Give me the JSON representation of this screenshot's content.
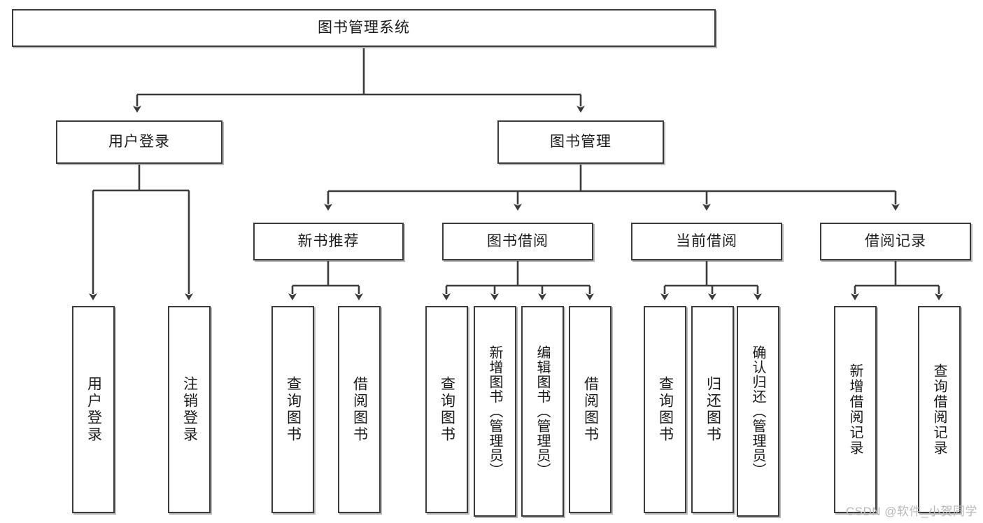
{
  "diagram": {
    "type": "tree",
    "title": "图书管理系统",
    "watermark": "CSDN @软件_小贺同学",
    "nodes": {
      "root": {
        "label": "图书管理系统",
        "level": 1,
        "orientation": "horizontal"
      },
      "user_login": {
        "label": "用户登录",
        "level": 2,
        "orientation": "horizontal"
      },
      "book_manage": {
        "label": "图书管理",
        "level": 2,
        "orientation": "horizontal"
      },
      "new_book_rec": {
        "label": "新书推荐",
        "level": 3,
        "orientation": "horizontal"
      },
      "book_borrow": {
        "label": "图书借阅",
        "level": 3,
        "orientation": "horizontal"
      },
      "current_borrow": {
        "label": "当前借阅",
        "level": 3,
        "orientation": "horizontal"
      },
      "borrow_record": {
        "label": "借阅记录",
        "level": 3,
        "orientation": "horizontal"
      },
      "leaf_user_login": {
        "label": "用户登录",
        "level": 4,
        "orientation": "vertical"
      },
      "leaf_logout": {
        "label": "注销登录",
        "level": 4,
        "orientation": "vertical"
      },
      "leaf_query_book_1": {
        "label": "查询图书",
        "level": 4,
        "orientation": "vertical"
      },
      "leaf_borrow_book_1": {
        "label": "借阅图书",
        "level": 4,
        "orientation": "vertical"
      },
      "leaf_query_book_2": {
        "label": "查询图书",
        "level": 4,
        "orientation": "vertical"
      },
      "leaf_add_book": {
        "label": "新增图书（管理员）",
        "level": 4,
        "orientation": "vertical"
      },
      "leaf_edit_book": {
        "label": "编辑图书（管理员）",
        "level": 4,
        "orientation": "vertical"
      },
      "leaf_borrow_book_2": {
        "label": "借阅图书",
        "level": 4,
        "orientation": "vertical"
      },
      "leaf_query_book_3": {
        "label": "查询图书",
        "level": 4,
        "orientation": "vertical"
      },
      "leaf_return_book": {
        "label": "归还图书",
        "level": 4,
        "orientation": "vertical"
      },
      "leaf_confirm_return": {
        "label": "确认归还（管理员）",
        "level": 4,
        "orientation": "vertical"
      },
      "leaf_add_record": {
        "label": "新增借阅记录",
        "level": 4,
        "orientation": "vertical"
      },
      "leaf_query_record": {
        "label": "查询借阅记录",
        "level": 4,
        "orientation": "vertical"
      }
    },
    "edges": [
      {
        "from": "root",
        "to": "user_login"
      },
      {
        "from": "root",
        "to": "book_manage"
      },
      {
        "from": "user_login",
        "to": "leaf_user_login"
      },
      {
        "from": "user_login",
        "to": "leaf_logout"
      },
      {
        "from": "book_manage",
        "to": "new_book_rec"
      },
      {
        "from": "book_manage",
        "to": "book_borrow"
      },
      {
        "from": "book_manage",
        "to": "current_borrow"
      },
      {
        "from": "book_manage",
        "to": "borrow_record"
      },
      {
        "from": "new_book_rec",
        "to": "leaf_query_book_1"
      },
      {
        "from": "new_book_rec",
        "to": "leaf_borrow_book_1"
      },
      {
        "from": "book_borrow",
        "to": "leaf_query_book_2"
      },
      {
        "from": "book_borrow",
        "to": "leaf_add_book"
      },
      {
        "from": "book_borrow",
        "to": "leaf_edit_book"
      },
      {
        "from": "book_borrow",
        "to": "leaf_borrow_book_2"
      },
      {
        "from": "current_borrow",
        "to": "leaf_query_book_3"
      },
      {
        "from": "current_borrow",
        "to": "leaf_return_book"
      },
      {
        "from": "current_borrow",
        "to": "leaf_confirm_return"
      },
      {
        "from": "borrow_record",
        "to": "leaf_add_record"
      },
      {
        "from": "borrow_record",
        "to": "leaf_query_record"
      }
    ],
    "colors": {
      "stroke": "#3b3b3b",
      "fill": "#ffffff",
      "text": "#1a1a1a",
      "watermark": "#b9b9b9"
    }
  }
}
